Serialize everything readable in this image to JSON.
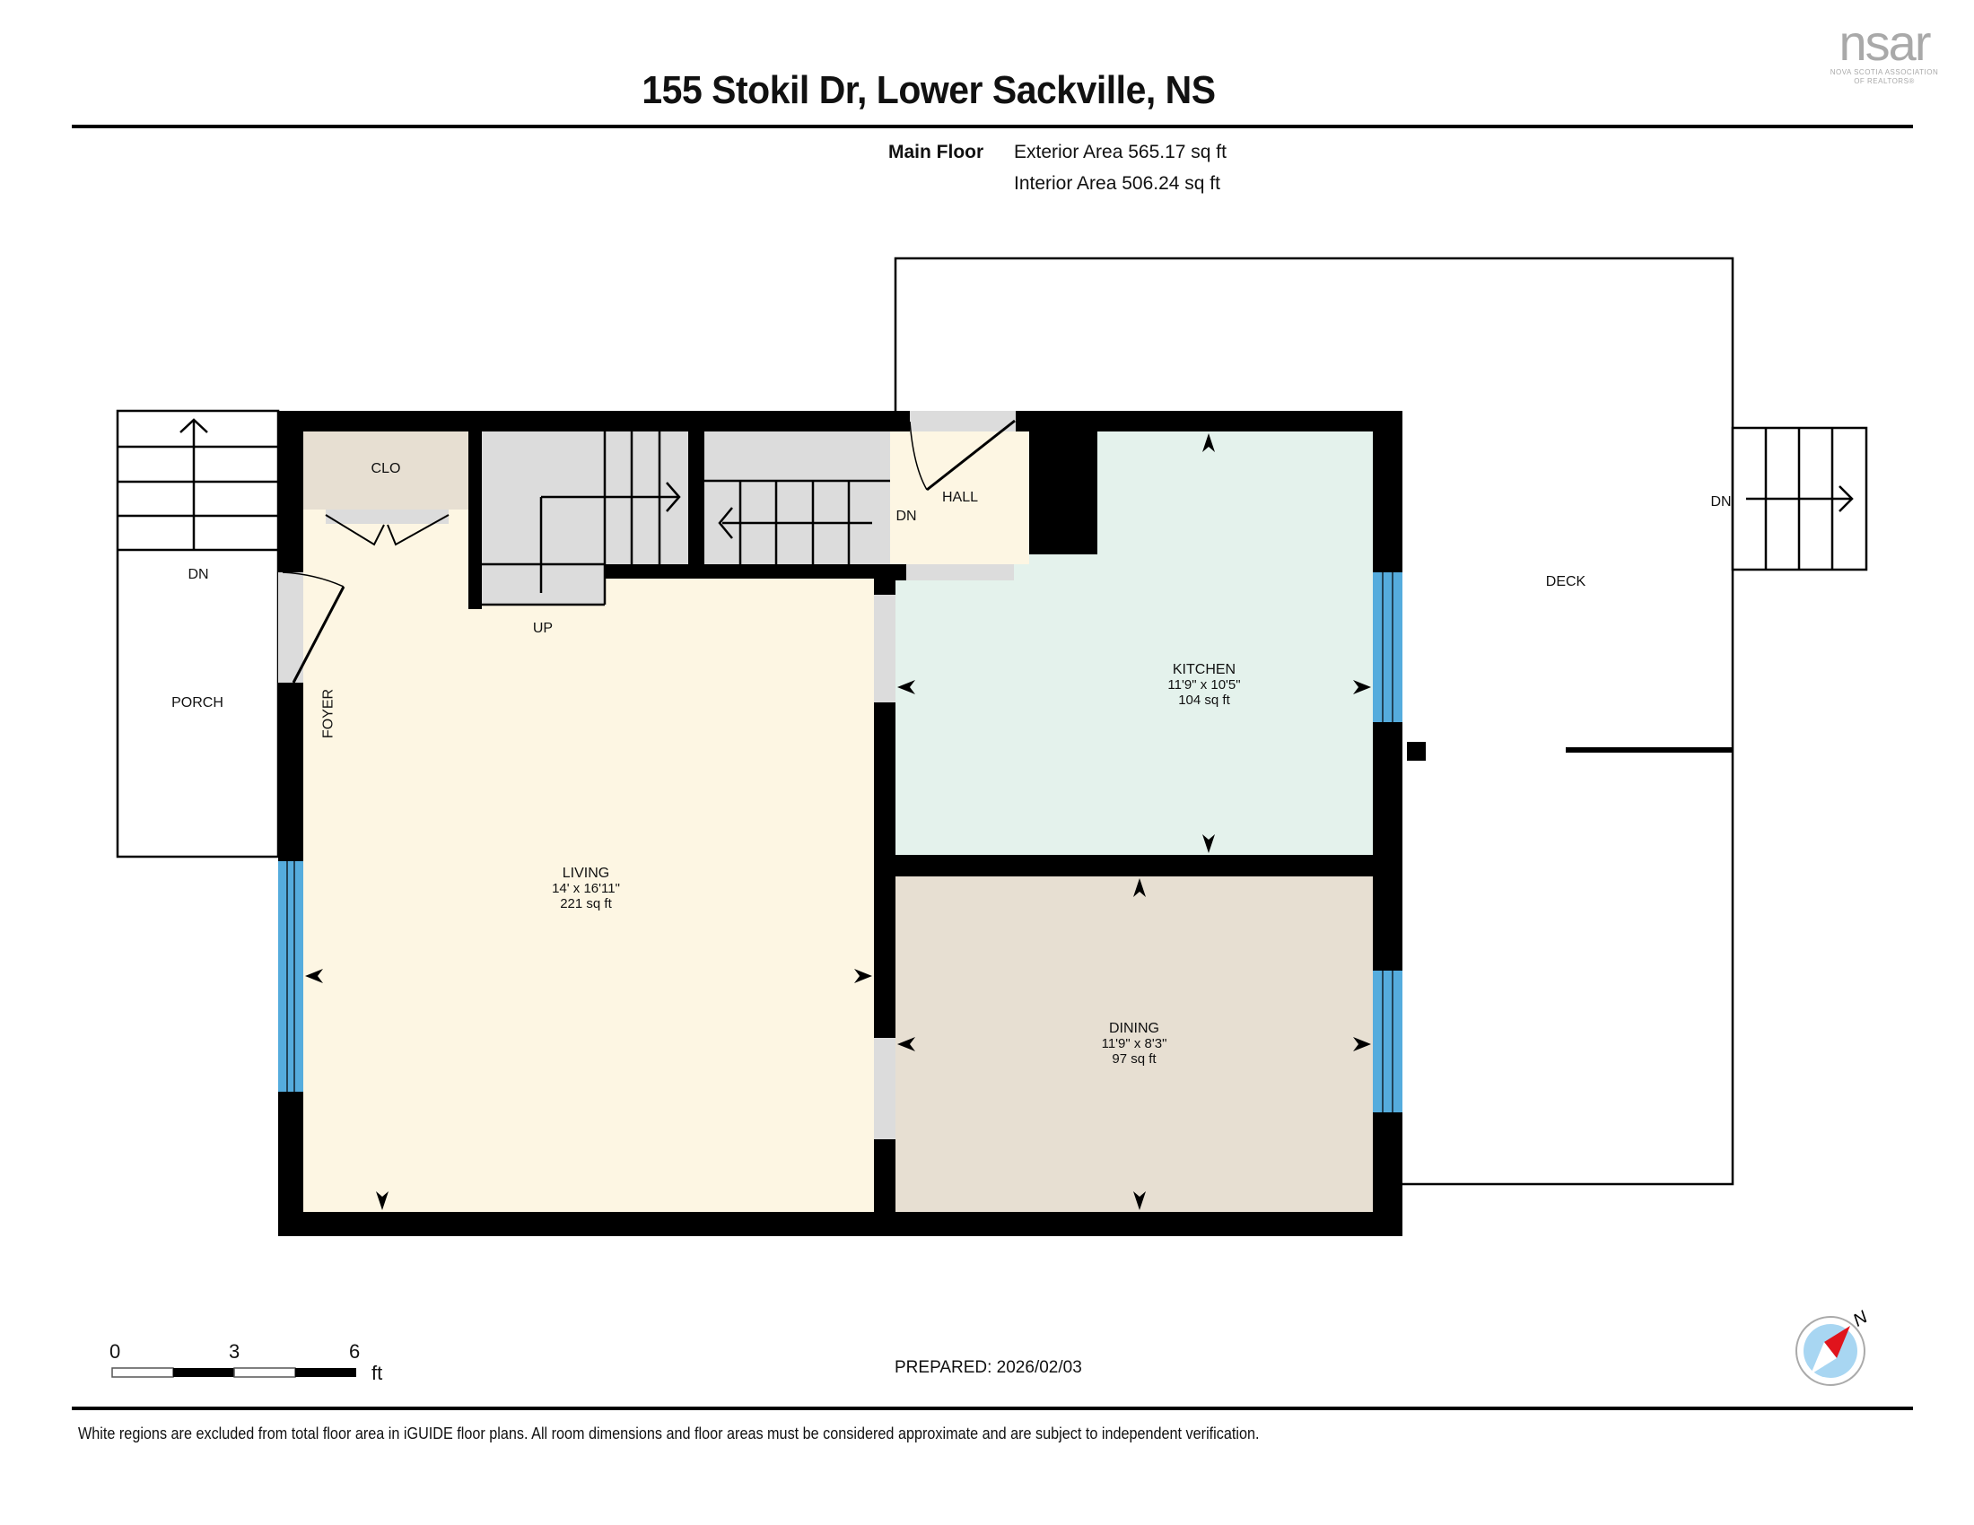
{
  "header": {
    "title": "155 Stokil Dr, Lower Sackville, NS",
    "logo": {
      "mark": "nsar",
      "line1": "NOVA SCOTIA ASSOCIATION",
      "line2": "OF REALTORS®"
    }
  },
  "floor_summary": {
    "floor_name": "Main Floor",
    "exterior_area": "Exterior Area 565.17 sq ft",
    "interior_area": "Interior Area 506.24 sq ft"
  },
  "rooms": [
    {
      "name": "CLO"
    },
    {
      "name": "HALL"
    },
    {
      "name": "KITCHEN",
      "dimensions": "11'9\" x 10'5\"",
      "area": "104 sq ft"
    },
    {
      "name": "LIVING",
      "dimensions": "14' x 16'11\"",
      "area": "221 sq ft"
    },
    {
      "name": "DINING",
      "dimensions": "11'9\" x 8'3\"",
      "area": "97 sq ft"
    },
    {
      "name": "FOYER"
    },
    {
      "name": "PORCH"
    },
    {
      "name": "DECK"
    }
  ],
  "stair_labels": {
    "porch_stairs": "DN",
    "interior_up": "UP",
    "interior_down": "DN",
    "deck_stairs": "DN"
  },
  "scale_bar": {
    "ticks": [
      "0",
      "3",
      "6"
    ],
    "unit": "ft"
  },
  "prepared": "PREPARED: 2026/02/03",
  "compass": {
    "north_label": "N"
  },
  "disclaimer": "White regions are excluded from total floor area in iGUIDE floor plans. All room dimensions and floor areas must be considered approximate and are subject to independent verification.",
  "colors": {
    "wall": "#000000",
    "living_fill": "#fdf6e3",
    "kitchen_fill": "#e4f2ec",
    "dining_fill": "#e7dfd2",
    "closet_fill": "#e7dfd2",
    "stair_fill": "#dcdcdc",
    "window": "#55acdd",
    "compass_red": "#e0141c",
    "compass_blue": "#a8d6f2"
  }
}
